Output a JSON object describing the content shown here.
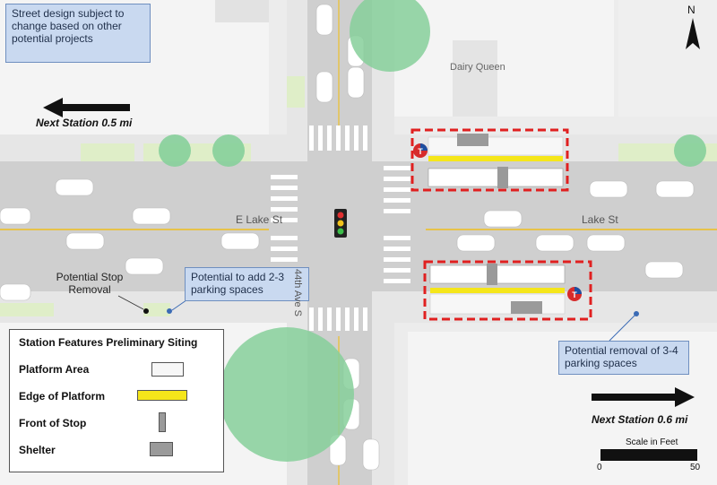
{
  "notes": {
    "design_note": "Street design subject to change based on other potential projects",
    "add_parking": "Potential to add 2-3 parking spaces",
    "remove_parking": "Potential removal of 3-4 parking spaces"
  },
  "labels": {
    "potential_stop_removal": "Potential Stop Removal",
    "street_ew": "E Lake St",
    "street_ew_right": "Lake St",
    "street_ns": "44th Ave S",
    "dairy_queen": "Dairy Queen",
    "next_station_west": "Next Station 0.5 mi",
    "next_station_east": "Next Station 0.6 mi",
    "north": "N"
  },
  "legend": {
    "title": "Station Features Preliminary Siting",
    "items": [
      {
        "label": "Platform Area",
        "symbol": "platform-area"
      },
      {
        "label": "Edge of Platform",
        "symbol": "edge-of-platform"
      },
      {
        "label": "Front of Stop",
        "symbol": "front-of-stop"
      },
      {
        "label": "Shelter",
        "symbol": "shelter"
      }
    ]
  },
  "scale": {
    "title": "Scale in Feet",
    "min_label": "0",
    "max_label": "50"
  },
  "colors": {
    "road": "#cfcfcf",
    "sidewalk": "#e6e6e6",
    "building": "#efefef",
    "grass": "#dfeec8",
    "tree": "#86cf9a",
    "platform_border": "#e02020",
    "platform_edge": "#f5e61a",
    "shelter": "#9a9a9a",
    "note_fill": "#c9d9f0"
  },
  "icons": [
    "north-arrow-icon",
    "traffic-signal-icon",
    "transit-stop-icon",
    "arrow-left-icon",
    "arrow-right-icon",
    "tree-icon",
    "car-icon"
  ]
}
